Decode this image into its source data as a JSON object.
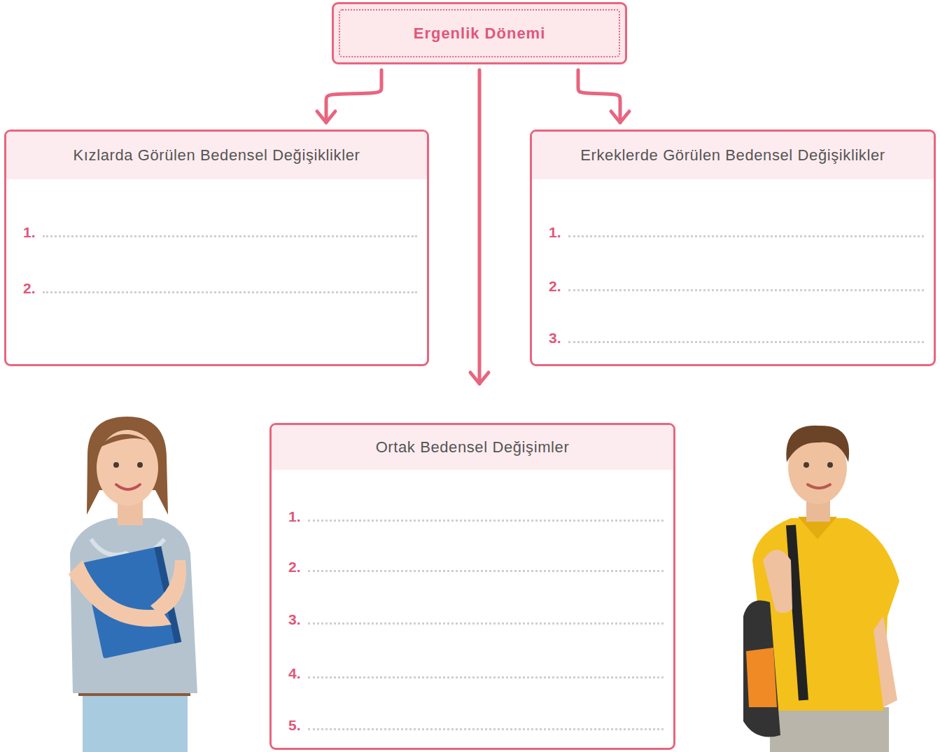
{
  "diagram": {
    "nodes": [
      {
        "text": [
          "Ergenlik Dönemi"
        ]
      },
      {
        "text": [
          "Kızlarda Görülen Bedensel Değişiklikler",
          "1.",
          "2."
        ]
      },
      {
        "text": [
          "Erkeklerde Görülen Bedensel Değişiklikler",
          "1.",
          "2.",
          "3."
        ]
      },
      {
        "text": [
          "Ortak Bedensel Değişimler",
          "1.",
          "2.",
          "3.",
          "4.",
          "5."
        ]
      }
    ],
    "edges": [
      {
        "from": 0,
        "to": 1,
        "arrow": "to"
      },
      {
        "from": 0,
        "to": 2,
        "arrow": "to"
      },
      {
        "from": 0,
        "to": 3,
        "arrow": "to"
      }
    ]
  }
}
